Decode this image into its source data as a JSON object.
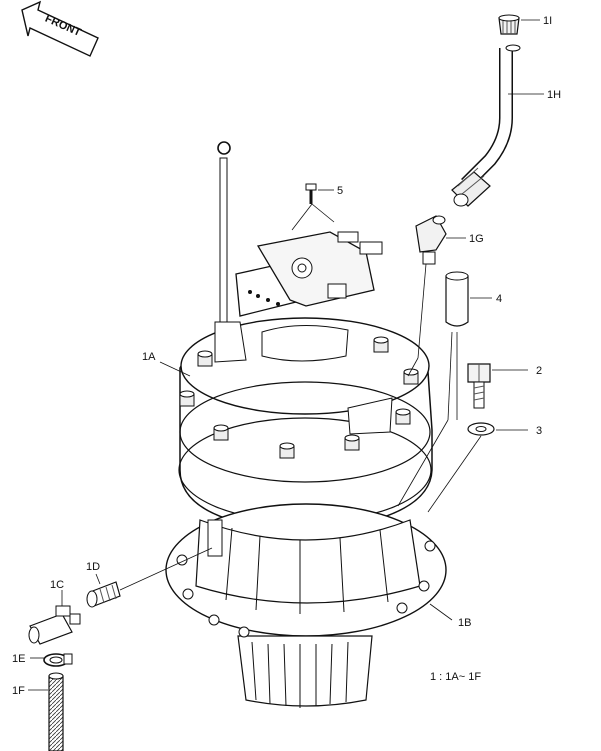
{
  "direction_arrow": {
    "label": "FRONT"
  },
  "callouts": {
    "c1I": "1I",
    "c1H": "1H",
    "c5": "5",
    "c1G": "1G",
    "c4": "4",
    "c1A": "1A",
    "c2": "2",
    "c3": "3",
    "c1D": "1D",
    "c1C": "1C",
    "c1B": "1B",
    "c1E": "1E",
    "c1F": "1F"
  },
  "footnote": "1 : 1A~ 1F"
}
